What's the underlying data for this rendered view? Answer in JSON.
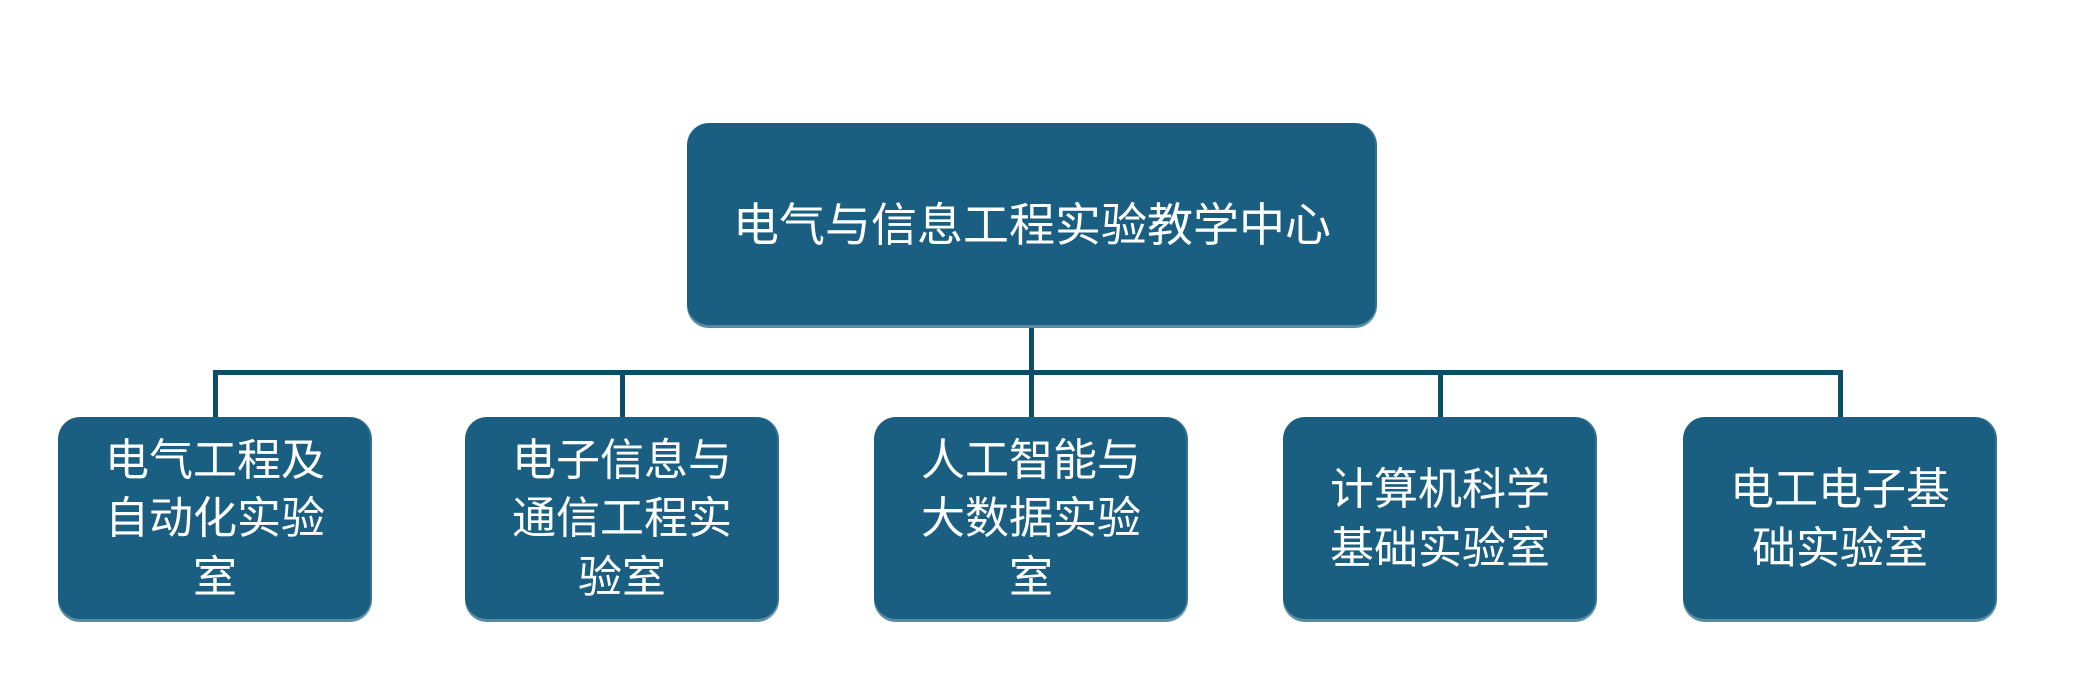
{
  "diagram": {
    "type": "org-chart",
    "root": {
      "label": "电气与信息工程实验教学中心"
    },
    "children": [
      {
        "label": "电气工程及自动化实验室"
      },
      {
        "label": "电子信息与通信工程实验室"
      },
      {
        "label": "人工智能与大数据实验室"
      },
      {
        "label": "计算机科学基础实验室"
      },
      {
        "label": "电工电子基础实验室"
      }
    ],
    "colors": {
      "node_fill": "#1A5F82",
      "connector": "#0E4D68",
      "text": "#FFFFFF",
      "background": "#FFFFFF"
    }
  }
}
